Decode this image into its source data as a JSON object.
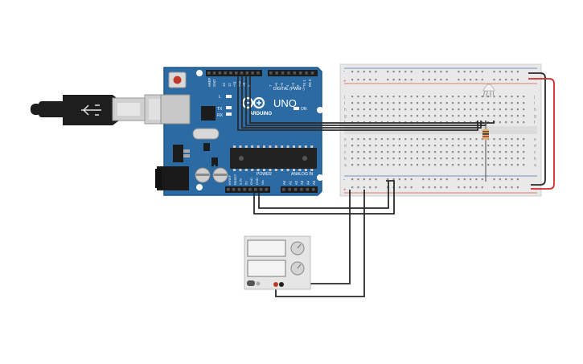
{
  "board": {
    "brand": "ARDUINO",
    "model": "UNO",
    "digital_header": "DIGITAL (PWM~)",
    "analog_header": "ANALOG IN",
    "power_header": "POWER",
    "on_label": "ON",
    "l_label": "L",
    "tx_label": "TX",
    "rx_label": "RX",
    "digital_pins": [
      "AREF",
      "GND",
      "13",
      "12",
      "~11",
      "~10",
      "~9",
      "8",
      "7",
      "~6",
      "~5",
      "4",
      "~3",
      "2",
      "TX 1",
      "RX 0"
    ],
    "power_pins": [
      "IOREF",
      "RESET",
      "3.3V",
      "5V",
      "GND",
      "GND",
      "Vin"
    ],
    "analog_pins": [
      "A0",
      "A1",
      "A2",
      "A3",
      "A4",
      "A5"
    ]
  },
  "breadboard": {
    "row_letters_top": [
      "j",
      "i",
      "h",
      "g",
      "f"
    ],
    "row_letters_bottom": [
      "e",
      "d",
      "c",
      "b",
      "a"
    ],
    "columns": 30
  },
  "colors": {
    "board_blue": "#2b6aa3",
    "board_edge": "#1f5688",
    "wire_black": "#2a2a2a",
    "wire_red": "#d42a2a",
    "breadboard": "#e9e9e9",
    "rail_red": "#d9534f",
    "rail_blue": "#4a6fb5",
    "resistor": "#d9b47a"
  },
  "icons": [
    "usb-cable-icon",
    "tinkercad-logo-icon",
    "power-supply-icon",
    "rgb-led-icon",
    "resistor-icon"
  ]
}
